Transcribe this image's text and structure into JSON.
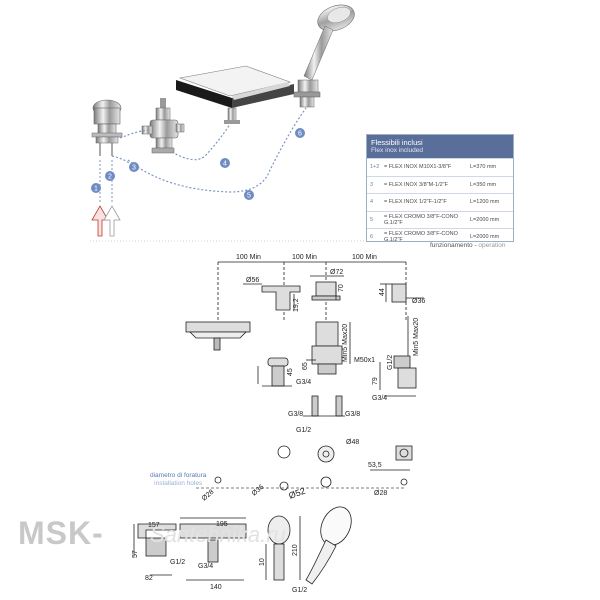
{
  "flex_table": {
    "title": "Flessibili inclusi",
    "subtitle": "Flex inox included",
    "rows": [
      {
        "num": "1+2",
        "desc": "= FLEX INOX M10X1-3/8\"F",
        "len": "L=370 mm"
      },
      {
        "num": "3",
        "desc": "= FLEX INOX 3/8\"M-1/2\"F",
        "len": "L=350 mm"
      },
      {
        "num": "4",
        "desc": "= FLEX INOX 1/2\"F-1/2\"F",
        "len": "L=1200 mm"
      },
      {
        "num": "5",
        "desc": "= FLEX CROMO 3/8\"F-CONO G.1/2\"F",
        "len": "L=2000 mm"
      },
      {
        "num": "6",
        "desc": "= FLEX CROMO 3/8\"F-CONO G.1/2\"F",
        "len": "L=2000 mm"
      }
    ]
  },
  "legend": {
    "main": "funzionamento - ",
    "sub": "operation"
  },
  "callouts": [
    "1",
    "2",
    "3",
    "4",
    "5",
    "6"
  ],
  "dims": {
    "min1": "100 Min",
    "min2": "100 Min",
    "min3": "100 Min",
    "d72": "Ø72",
    "d56": "Ø56",
    "d36a": "Ø36",
    "h70": "70",
    "h44": "44",
    "h19": "19,2",
    "m50": "M50x1",
    "min5a": "Min5 Max20",
    "min5b": "Min5 Max20",
    "h65": "65",
    "h45": "45",
    "h79": "79",
    "g34a": "G3/4",
    "g34b": "G3/4",
    "g12a": "G1/2",
    "g38a": "G3/8",
    "g38b": "G3/8",
    "g12b": "G1/2",
    "d48": "Ø48",
    "d535": "53,5",
    "d28a": "Ø28",
    "d36b": "Ø36",
    "d52": "Ø52",
    "d28b": "Ø28",
    "w157": "157",
    "w195": "195",
    "h57": "57",
    "g12c": "G1/2",
    "w82": "82",
    "g34c": "G3/4",
    "w140": "140",
    "h10": "10",
    "h210": "210",
    "g12d": "G1/2"
  },
  "note": {
    "main": "diametro di foratura",
    "sub": "installation holes"
  },
  "watermark": {
    "main": "MSK-",
    "sub": "Santehnika.ru"
  }
}
